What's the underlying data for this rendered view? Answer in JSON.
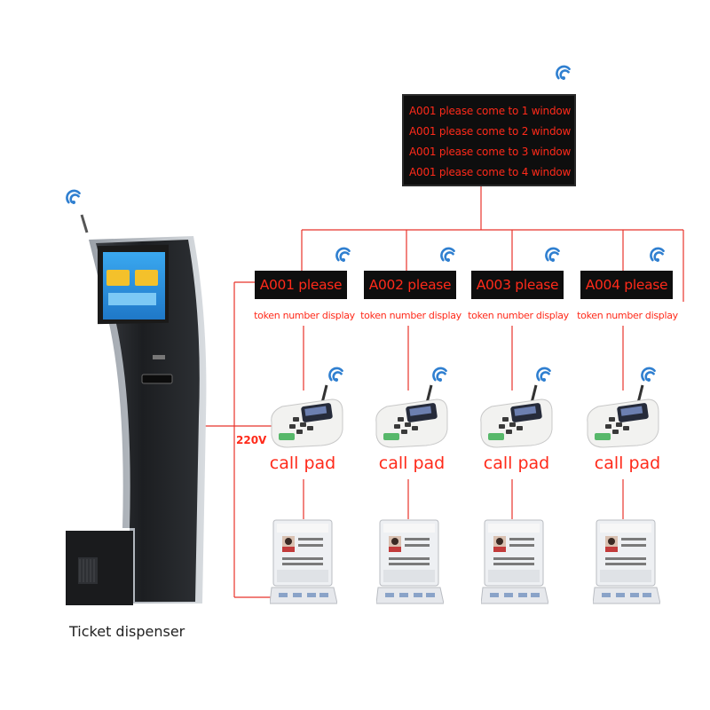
{
  "main_display": {
    "lines": [
      "A001 please come to 1 window",
      "A001 please come to 2 window",
      "A001 please come to 3 window",
      "A001 please come to 4 window"
    ]
  },
  "token_displays": [
    {
      "text": "A001 please",
      "caption": "token number display"
    },
    {
      "text": "A002 please",
      "caption": "token number display"
    },
    {
      "text": "A003 please",
      "caption": "token number display"
    },
    {
      "text": "A004 please",
      "caption": "token number display"
    }
  ],
  "call_pads": [
    {
      "label": "call pad"
    },
    {
      "label": "call pad"
    },
    {
      "label": "call pad"
    },
    {
      "label": "call pad"
    }
  ],
  "power_label": "220V",
  "dispenser_label": "Ticket dispenser",
  "colors": {
    "wire": "#e8332a",
    "wifi": "#2f7fd0",
    "led_text": "#ff2a1a",
    "led_bg": "#0e0e0e"
  },
  "icons": [
    "wifi-icon"
  ]
}
